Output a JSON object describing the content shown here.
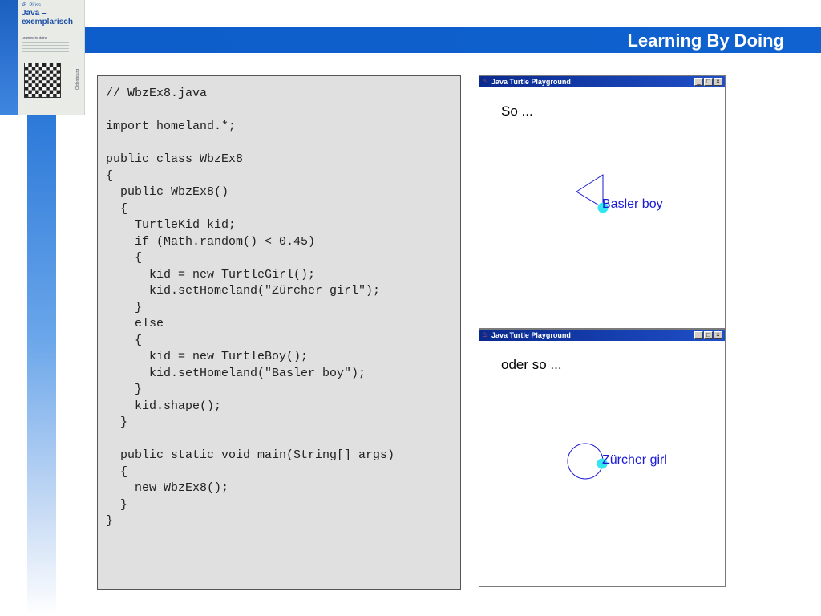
{
  "header": {
    "title": "Learning By Doing"
  },
  "book": {
    "author": "Æ. Plüss",
    "title_line1": "Java –",
    "title_line2": "exemplarisch",
    "subtitle": "Learning by doing",
    "publisher": "Oldenbourg"
  },
  "code": {
    "lines": [
      "// WbzEx8.java",
      "",
      "import homeland.*;",
      "",
      "public class WbzEx8",
      "{",
      "  public WbzEx8()",
      "  {",
      "    TurtleKid kid;",
      "    if (Math.random() < 0.45)",
      "    {",
      "      kid = new TurtleGirl();",
      "      kid.setHomeland(\"Zürcher girl\");",
      "    }",
      "    else",
      "    {",
      "      kid = new TurtleBoy();",
      "      kid.setHomeland(\"Basler boy\");",
      "    }",
      "    kid.shape();",
      "  }",
      "",
      "  public static void main(String[] args)",
      "  {",
      "    new WbzEx8();",
      "  }",
      "}"
    ]
  },
  "windows": [
    {
      "title": "Java Turtle Playground",
      "caption": "So ...",
      "label": "Basler boy",
      "shape": "triangle"
    },
    {
      "title": "Java Turtle Playground",
      "caption": "oder so ...",
      "label": "Zürcher girl",
      "shape": "circle"
    }
  ],
  "colors": {
    "header_blue": "#0f62cf",
    "label_blue": "#1a1ad6",
    "turtle_cyan": "#33e6f0"
  },
  "icons": [
    "java-cup-icon",
    "minimize-icon",
    "maximize-icon",
    "close-icon"
  ]
}
